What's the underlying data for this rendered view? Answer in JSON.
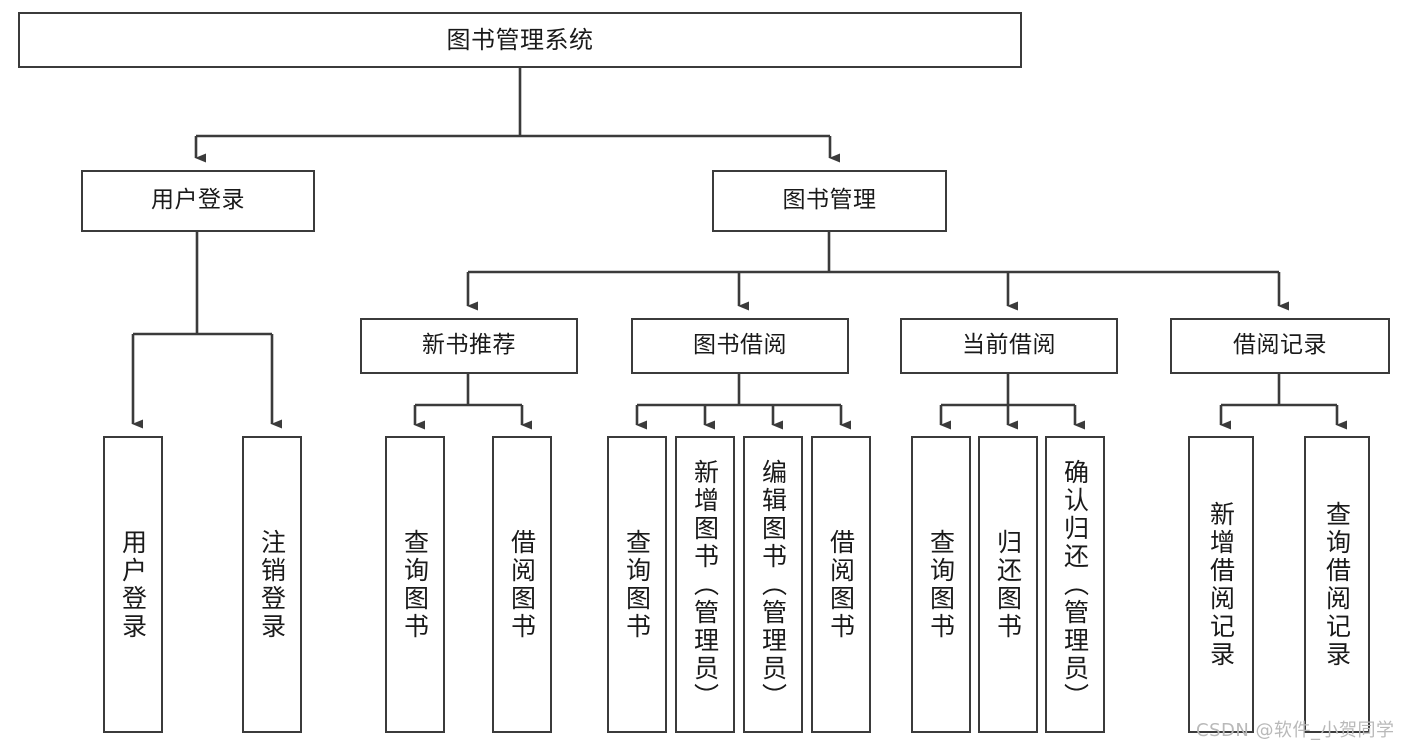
{
  "diagram": {
    "title": "图书管理系统",
    "type": "tree-hierarchy-chart",
    "watermark": "CSDN @软件_小贺同学",
    "colors": {
      "box_border": "#3b3b3b",
      "box_fill": "#ffffff",
      "edge": "#3b3b3b",
      "text": "#1a1a1a",
      "watermark": "#b9b9b9",
      "background": "#ffffff"
    }
  },
  "nodes": {
    "root": {
      "label": "图书管理系统",
      "level": 1
    },
    "level2": [
      {
        "id": "user-login",
        "label": "用户登录"
      },
      {
        "id": "book-management",
        "label": "图书管理"
      }
    ],
    "level3": [
      {
        "id": "new-book-recommend",
        "label": "新书推荐",
        "parent": "book-management"
      },
      {
        "id": "book-borrow",
        "label": "图书借阅",
        "parent": "book-management"
      },
      {
        "id": "current-borrow",
        "label": "当前借阅",
        "parent": "book-management"
      },
      {
        "id": "borrow-record",
        "label": "借阅记录",
        "parent": "book-management"
      }
    ],
    "leaves": [
      {
        "id": "leaf-user-login",
        "label": "用户登录",
        "parent": "user-login"
      },
      {
        "id": "leaf-logout",
        "label": "注销登录",
        "parent": "user-login"
      },
      {
        "id": "leaf-query-book-1",
        "label": "查询图书",
        "parent": "new-book-recommend"
      },
      {
        "id": "leaf-borrow-book-1",
        "label": "借阅图书",
        "parent": "new-book-recommend"
      },
      {
        "id": "leaf-query-book-2",
        "label": "查询图书",
        "parent": "book-borrow"
      },
      {
        "id": "leaf-add-book",
        "label": "新增图书（管理员）",
        "parent": "book-borrow"
      },
      {
        "id": "leaf-edit-book",
        "label": "编辑图书（管理员）",
        "parent": "book-borrow"
      },
      {
        "id": "leaf-borrow-book-2",
        "label": "借阅图书",
        "parent": "book-borrow"
      },
      {
        "id": "leaf-query-book-3",
        "label": "查询图书",
        "parent": "current-borrow"
      },
      {
        "id": "leaf-return-book",
        "label": "归还图书",
        "parent": "current-borrow"
      },
      {
        "id": "leaf-confirm-return",
        "label": "确认归还（管理员）",
        "parent": "current-borrow"
      },
      {
        "id": "leaf-add-record",
        "label": "新增借阅记录",
        "parent": "borrow-record"
      },
      {
        "id": "leaf-query-record",
        "label": "查询借阅记录",
        "parent": "borrow-record"
      }
    ]
  }
}
